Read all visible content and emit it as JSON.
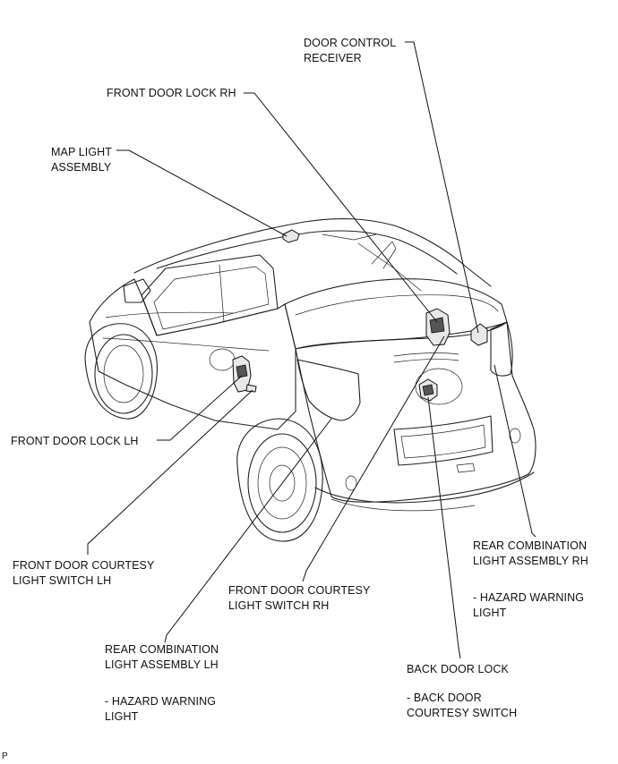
{
  "labels": {
    "door_control_receiver": "DOOR CONTROL\nRECEIVER",
    "front_door_lock_rh": "FRONT DOOR LOCK RH",
    "map_light_assembly": "MAP LIGHT\nASSEMBLY",
    "front_door_lock_lh": "FRONT DOOR LOCK LH",
    "front_door_courtesy_lh": "FRONT DOOR COURTESY\nLIGHT SWITCH LH",
    "front_door_courtesy_rh": "FRONT DOOR COURTESY\nLIGHT SWITCH RH",
    "rear_combination_rh": "REAR COMBINATION\nLIGHT ASSEMBLY RH",
    "rear_combination_rh_sub": "- HAZARD WARNING\nLIGHT",
    "rear_combination_lh": "REAR COMBINATION\nLIGHT ASSEMBLY LH",
    "rear_combination_lh_sub": "- HAZARD WARNING\nLIGHT",
    "back_door_lock": "BACK DOOR LOCK",
    "back_door_lock_sub": "- BACK DOOR\nCOURTESY SWITCH",
    "corner_mark": "P"
  }
}
